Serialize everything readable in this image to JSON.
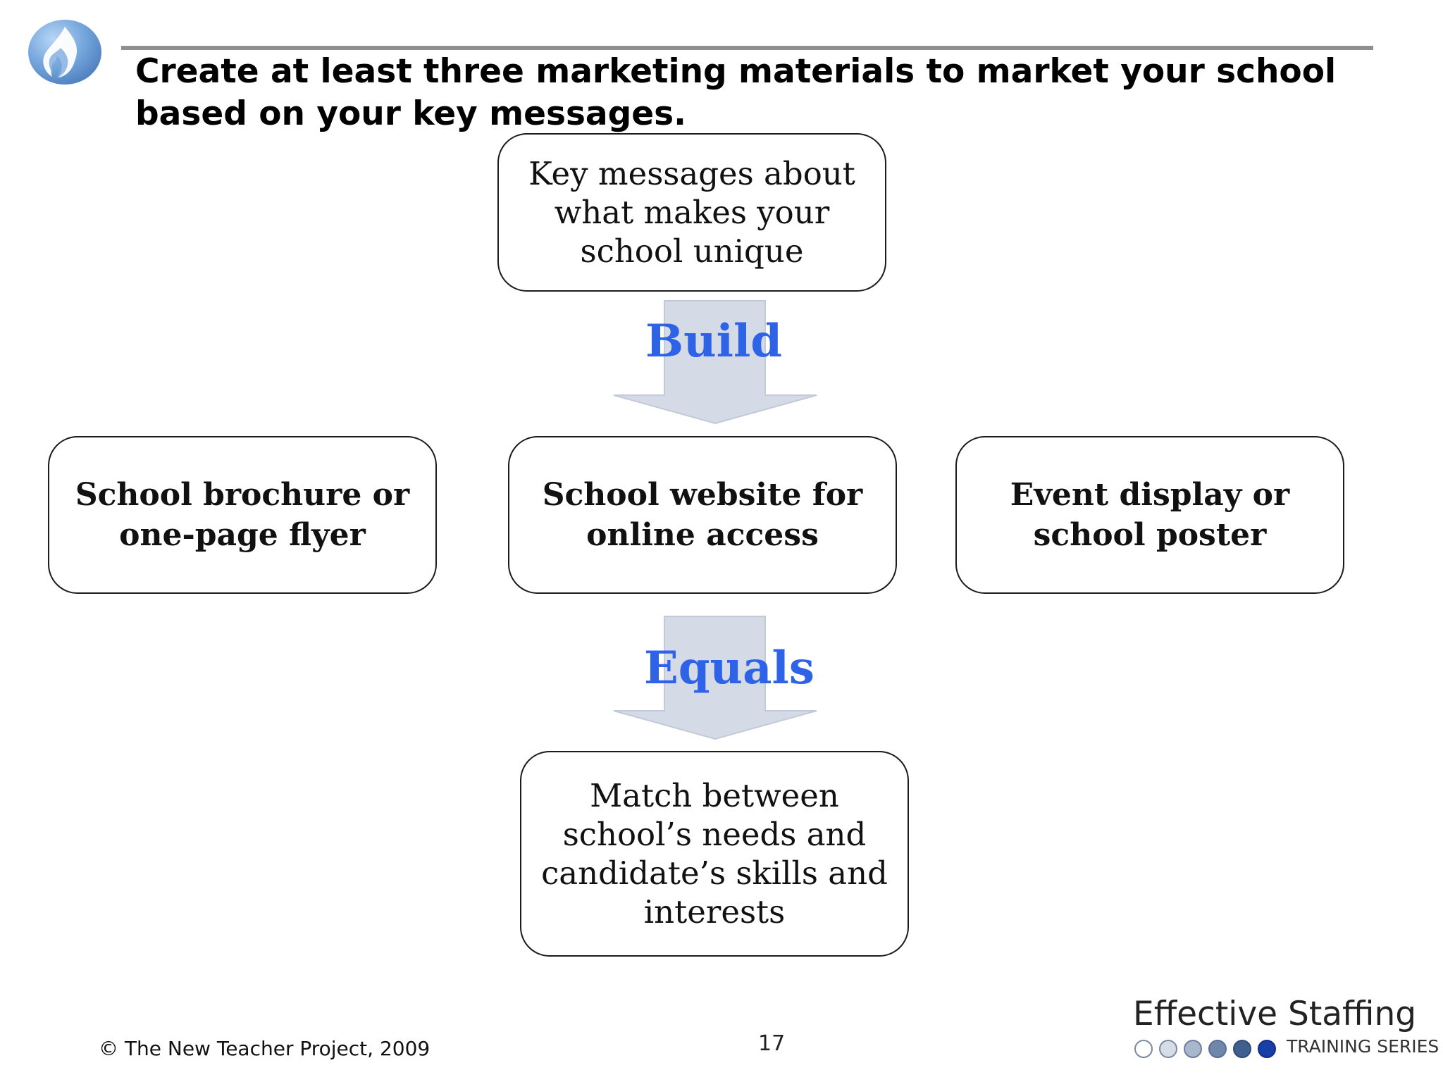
{
  "slide": {
    "title": "Create at least three marketing materials to market your school based on your key messages.",
    "logo_icon": "flame-logo-icon",
    "colors": {
      "accent_blue": "#2f63e7",
      "arrow_fill": "#d5dbe6",
      "rule_gray": "#8f8f8f",
      "dot_colors": [
        "#ffffff",
        "#d5dde8",
        "#a8b7cc",
        "#6f87ab",
        "#3f5f8e",
        "#183fa8"
      ]
    }
  },
  "diagram": {
    "top_box": "Key messages about what makes your school unique",
    "arrow_build_label": "Build",
    "materials": [
      "School brochure or one-page flyer",
      "School website for online access",
      "Event display or school poster"
    ],
    "arrow_equals_label": "Equals",
    "result_box": "Match between school’s needs and candidate’s skills and interests"
  },
  "footer": {
    "copyright": "© The New Teacher Project, 2009",
    "page_number": "17",
    "brand_name": "Effective Staffing",
    "tagline": "TRAINING SERIES",
    "brand_dots_icon": "gradient-circles-icon"
  }
}
